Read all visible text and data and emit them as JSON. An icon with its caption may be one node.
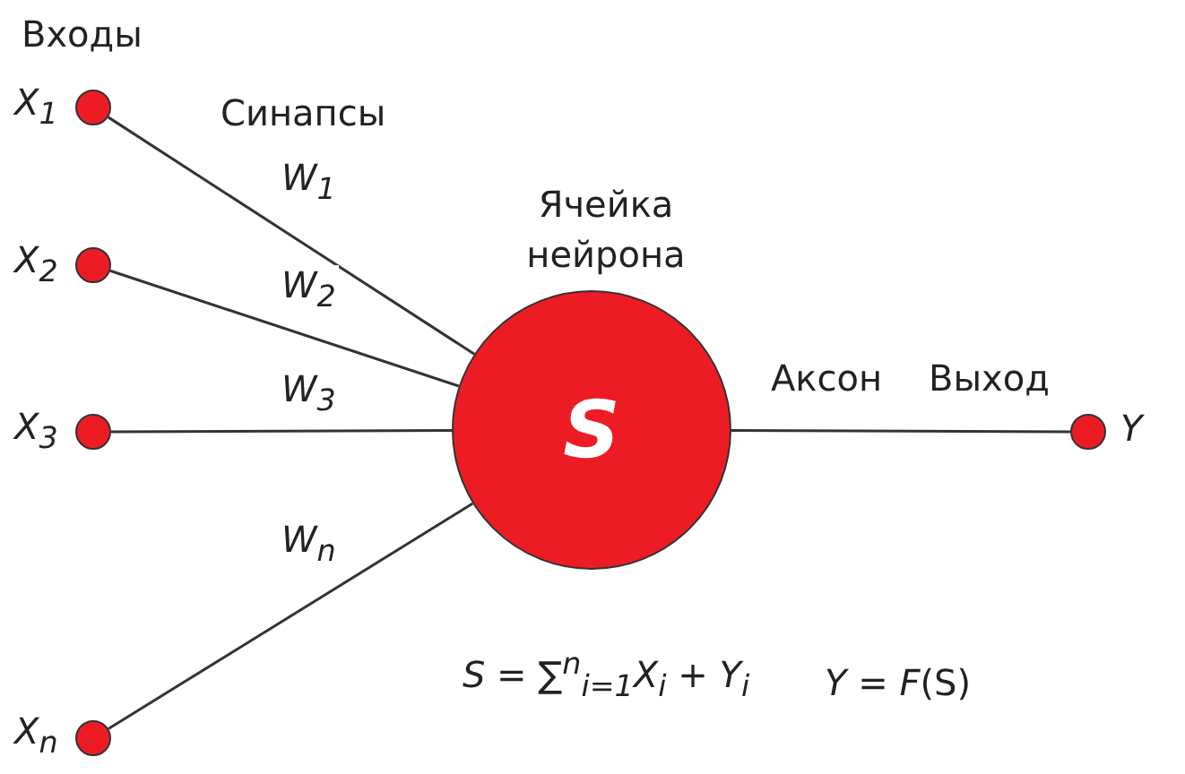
{
  "diagram": {
    "nodes": [
      {
        "text": [],
        "shape": "circle",
        "beside": [
          "X$_{1}$"
        ]
      },
      {
        "text": [],
        "shape": "circle",
        "beside": [
          "X$_{2}$"
        ]
      },
      {
        "text": [],
        "shape": "circle",
        "beside": [
          "X$_{3}$"
        ]
      },
      {
        "text": [],
        "shape": "circle",
        "beside": [
          "X$_{n}$"
        ]
      },
      {
        "text": [
          "S"
        ],
        "beside": [
          "Ячейка нейрона"
        ]
      },
      {
        "text": [],
        "shape": "circle",
        "beside": [
          "Y"
        ]
      }
    ],
    "edges": [
      {
        "from": 0,
        "to": 4,
        "arrow": "none",
        "label": "W$_{1}$"
      },
      {
        "from": 1,
        "to": 4,
        "arrow": "none",
        "label": "W$_{2}$"
      },
      {
        "from": 2,
        "to": 4,
        "arrow": "none",
        "label": "W$_{3}$"
      },
      {
        "from": 3,
        "to": 4,
        "arrow": "none",
        "label": "W$_{n}$"
      },
      {
        "from": 4,
        "to": 5,
        "arrow": "none",
        "label": "Аксон"
      }
    ],
    "labels": [
      "Входы",
      "Синапсы",
      "Выход",
      "*S* = ∑$^{n}$$_{i=1}$*X*$_{i}$ + *Y*$_{i}$",
      "*Y* = *F*(S)"
    ]
  }
}
